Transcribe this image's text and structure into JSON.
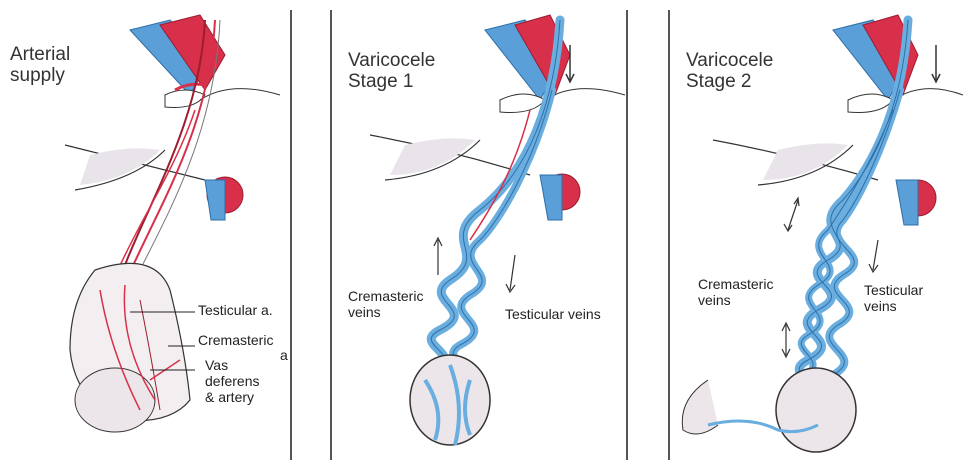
{
  "panels": [
    {
      "title": "Arterial\nsupply",
      "labels": {
        "testicular_artery": "Testicular a.",
        "cremasteric": "Cremasteric",
        "cremasteric_a": "a",
        "vas_deferens": "Vas\ndeferens\n& artery"
      }
    },
    {
      "title": "Varicocele\nStage 1",
      "labels": {
        "cremasteric_veins": "Cremasteric\nveins",
        "testicular_veins": "Testicular veins"
      }
    },
    {
      "title": "Varicocele\nStage 2",
      "labels": {
        "cremasteric_veins": "Cremasteric\nveins",
        "testicular_veins": "Testicular\nveins"
      }
    }
  ],
  "colors": {
    "vein": "#6aaee0",
    "vein_dark": "#2e6fa8",
    "artery": "#d8304a",
    "artery_dark": "#9c1d30",
    "outline": "#333333",
    "tissue": "#f3eef0"
  }
}
